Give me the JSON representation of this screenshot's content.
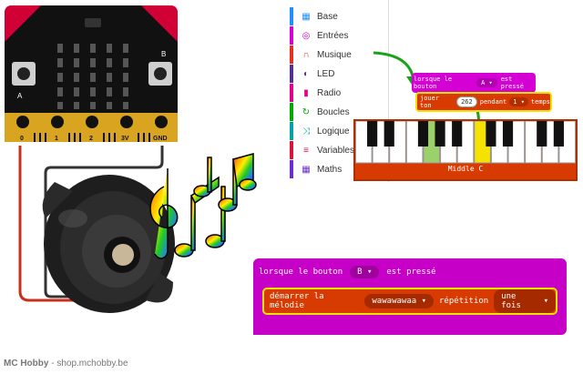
{
  "microbit": {
    "button_a": "A",
    "button_b": "B",
    "pins": [
      "0",
      "1",
      "2",
      "3V",
      "GND"
    ]
  },
  "toolbox": {
    "items": [
      {
        "label": "Base",
        "color": "#1e90ff",
        "icon": "grid-icon"
      },
      {
        "label": "Entrées",
        "color": "#d400d4",
        "icon": "target-icon"
      },
      {
        "label": "Musique",
        "color": "#e63022",
        "icon": "headphones-icon"
      },
      {
        "label": "LED",
        "color": "#5c2d91",
        "icon": "toggle-icon"
      },
      {
        "label": "Radio",
        "color": "#e3008c",
        "icon": "signal-icon"
      },
      {
        "label": "Boucles",
        "color": "#00aa00",
        "icon": "loop-icon"
      },
      {
        "label": "Logique",
        "color": "#00a4a6",
        "icon": "shuffle-icon"
      },
      {
        "label": "Variables",
        "color": "#dc143c",
        "icon": "list-icon"
      },
      {
        "label": "Maths",
        "color": "#6c2ed0",
        "icon": "calculator-icon"
      }
    ]
  },
  "block_a": {
    "event_prefix": "lorsque le bouton",
    "button": "A",
    "event_suffix": "est pressé",
    "stmt_prefix": "jouer ton",
    "tone_value": "262",
    "stmt_mid": "pendant",
    "duration": "1",
    "stmt_suffix": "temps"
  },
  "piano": {
    "label": "Middle C"
  },
  "block_b": {
    "event_prefix": "lorsque le bouton",
    "button": "B",
    "event_suffix": "est pressé",
    "stmt_prefix": "démarrer la mélodie",
    "melody": "wawawawaa",
    "stmt_mid": "répétition",
    "repeat": "une fois"
  },
  "footer": {
    "brand": "MC Hobby",
    "separator": " - ",
    "url": "shop.mchobby.be"
  },
  "colors": {
    "event_block": "#d400d4",
    "music_block": "#d83b01",
    "highlight": "#f4e300",
    "arrow": "#1aa31a"
  }
}
